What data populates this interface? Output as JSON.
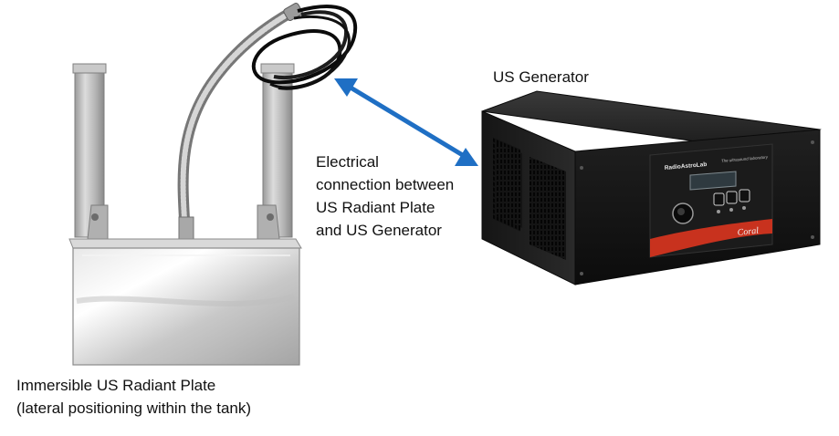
{
  "plate": {
    "caption_line1": "Immersible US Radiant Plate",
    "caption_line2": "(lateral positioning within the tank)"
  },
  "connection": {
    "caption_lines": [
      "Electrical",
      "connection between",
      "US Radiant Plate",
      "and US Generator"
    ],
    "arrow_color": "#1f6fc4"
  },
  "generator": {
    "caption": "US Generator",
    "brand_label": "RadioAstroLab",
    "panel_tagline": "The ultrasound laboratory",
    "model_label": "Coral",
    "accent_color": "#c8321e"
  }
}
